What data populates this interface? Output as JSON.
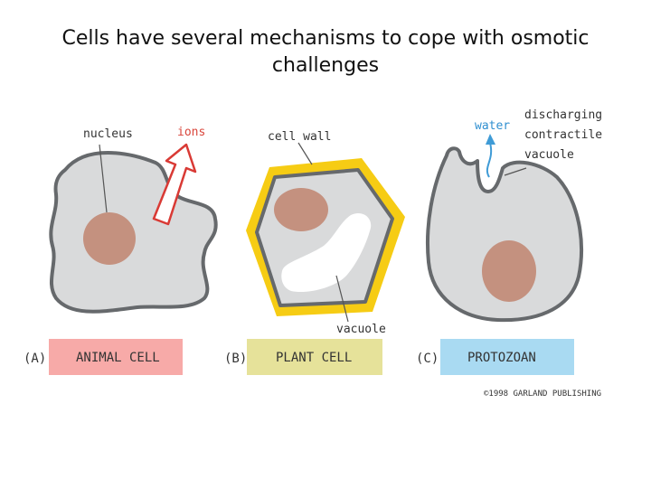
{
  "title": {
    "line1": "Cells have several mechanisms to  cope with osmotic",
    "line2": "challenges"
  },
  "panels": [
    {
      "letter": "(A)",
      "name": "ANIMAL CELL",
      "band_color": "#f7aaa8"
    },
    {
      "letter": "(B)",
      "name": "PLANT CELL",
      "band_color": "#e6e29a"
    },
    {
      "letter": "(C)",
      "name": "PROTOZOAN",
      "band_color": "#a9daf2"
    }
  ],
  "labels": {
    "nucleus": "nucleus",
    "ions": "ions",
    "cell_wall": "cell wall",
    "vacuole": "vacuole",
    "water": "water",
    "contractile_1": "discharging",
    "contractile_2": "contractile",
    "contractile_3": "vacuole"
  },
  "copyright": "©1998 GARLAND PUBLISHING",
  "colors": {
    "cytoplasm": "#d9dadb",
    "membrane": "#66696c",
    "nucleus": "#c4917f",
    "cell_wall": "#f6cc14",
    "ions_arrow": "#d93a35",
    "water": "#3f9bd6"
  }
}
